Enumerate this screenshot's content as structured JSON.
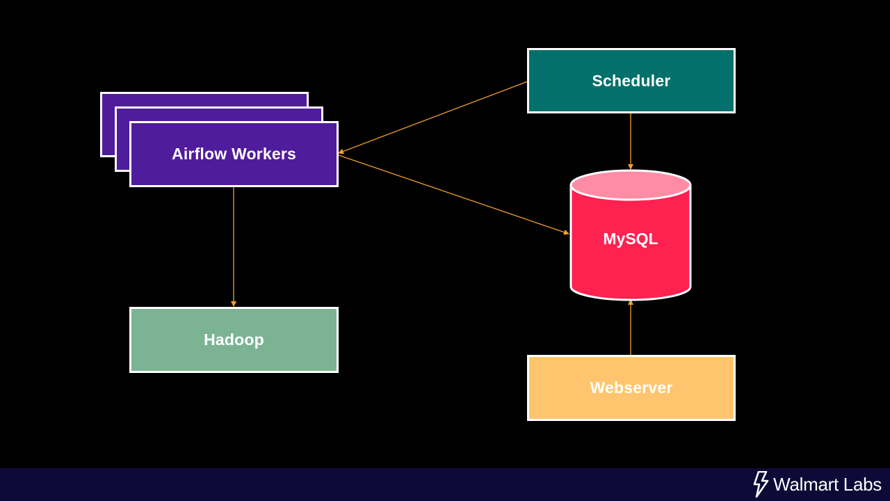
{
  "diagram": {
    "nodes": {
      "scheduler": {
        "label": "Scheduler",
        "color": "#03706b"
      },
      "airflow_workers": {
        "label": "Airflow Workers",
        "color": "#4f1c9c"
      },
      "mysql": {
        "label": "MySQL",
        "color": "#ff2150",
        "top_color": "#ff8ca5"
      },
      "hadoop": {
        "label": "Hadoop",
        "color": "#7bb393"
      },
      "webserver": {
        "label": "Webserver",
        "color": "#ffc56e"
      }
    },
    "edges": [
      {
        "from": "Scheduler",
        "to": "Airflow Workers"
      },
      {
        "from": "Scheduler",
        "to": "MySQL"
      },
      {
        "from": "Airflow Workers",
        "to": "MySQL"
      },
      {
        "from": "Airflow Workers",
        "to": "Hadoop"
      },
      {
        "from": "Webserver",
        "to": "MySQL"
      }
    ],
    "edge_color": "#f2a030"
  },
  "footer": {
    "brand": "Walmart Labs",
    "brand_icon": "lightning-bolt-icon",
    "background": "#0e0a38"
  }
}
